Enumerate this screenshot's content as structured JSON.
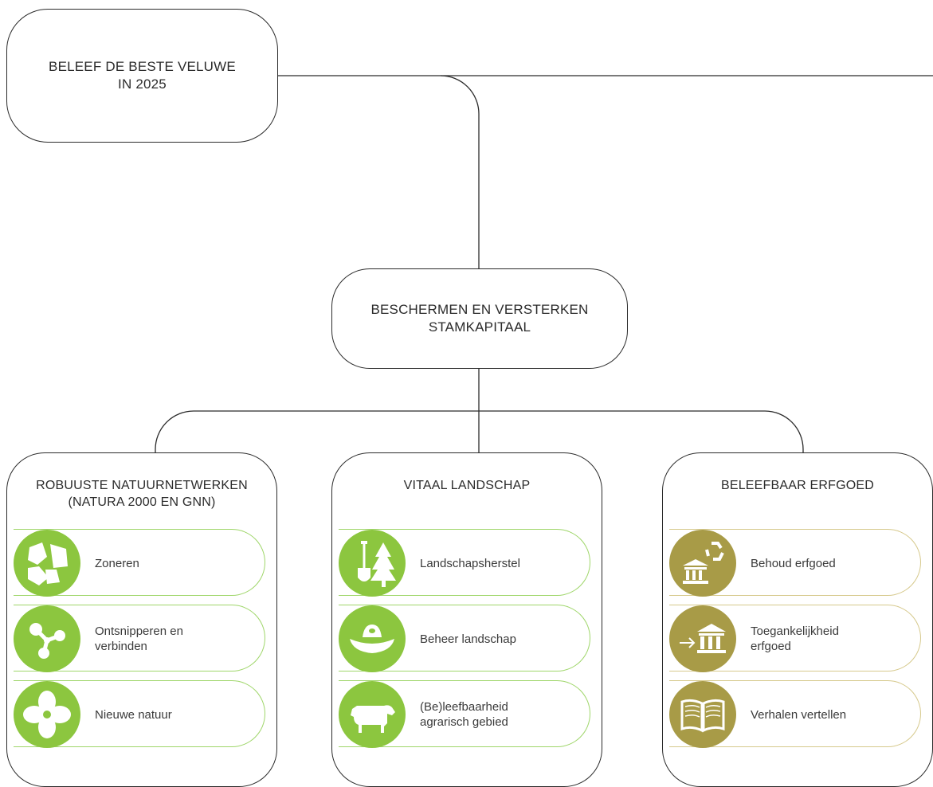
{
  "root": {
    "label": "BELEEF DE BESTE VELUWE\nIN 2025"
  },
  "mid": {
    "label": "BESCHERMEN EN VERSTERKEN\nSTAMKAPITAAL"
  },
  "colors": {
    "line": "#2b2b2b",
    "green": "#8cc63f",
    "green_border": "#9fd66a",
    "olive": "#a89b47",
    "olive_border": "#d6c98c"
  },
  "panels": [
    {
      "title": "ROBUUSTE NATUURNETWERKEN\n(NATURA 2000 EN GNN)",
      "theme": "green",
      "items": [
        {
          "label": "Zoneren",
          "icon": "zones-icon"
        },
        {
          "label": "Ontsnipperen en\nverbinden",
          "icon": "network-icon"
        },
        {
          "label": "Nieuwe natuur",
          "icon": "flower-icon"
        }
      ]
    },
    {
      "title": "VITAAL LANDSCHAP",
      "theme": "green",
      "items": [
        {
          "label": "Landschapsherstel",
          "icon": "shovel-tree-icon"
        },
        {
          "label": "Beheer landschap",
          "icon": "ranger-hat-icon"
        },
        {
          "label": "(Be)leefbaarheid\nagrarisch gebied",
          "icon": "cow-icon"
        }
      ]
    },
    {
      "title": "BELEEFBAAR ERFGOED",
      "theme": "olive",
      "items": [
        {
          "label": "Behoud erfgoed",
          "icon": "heritage-recycle-icon"
        },
        {
          "label": "Toegankelijkheid\nerfgoed",
          "icon": "heritage-access-icon"
        },
        {
          "label": "Verhalen vertellen",
          "icon": "book-icon"
        }
      ]
    }
  ]
}
